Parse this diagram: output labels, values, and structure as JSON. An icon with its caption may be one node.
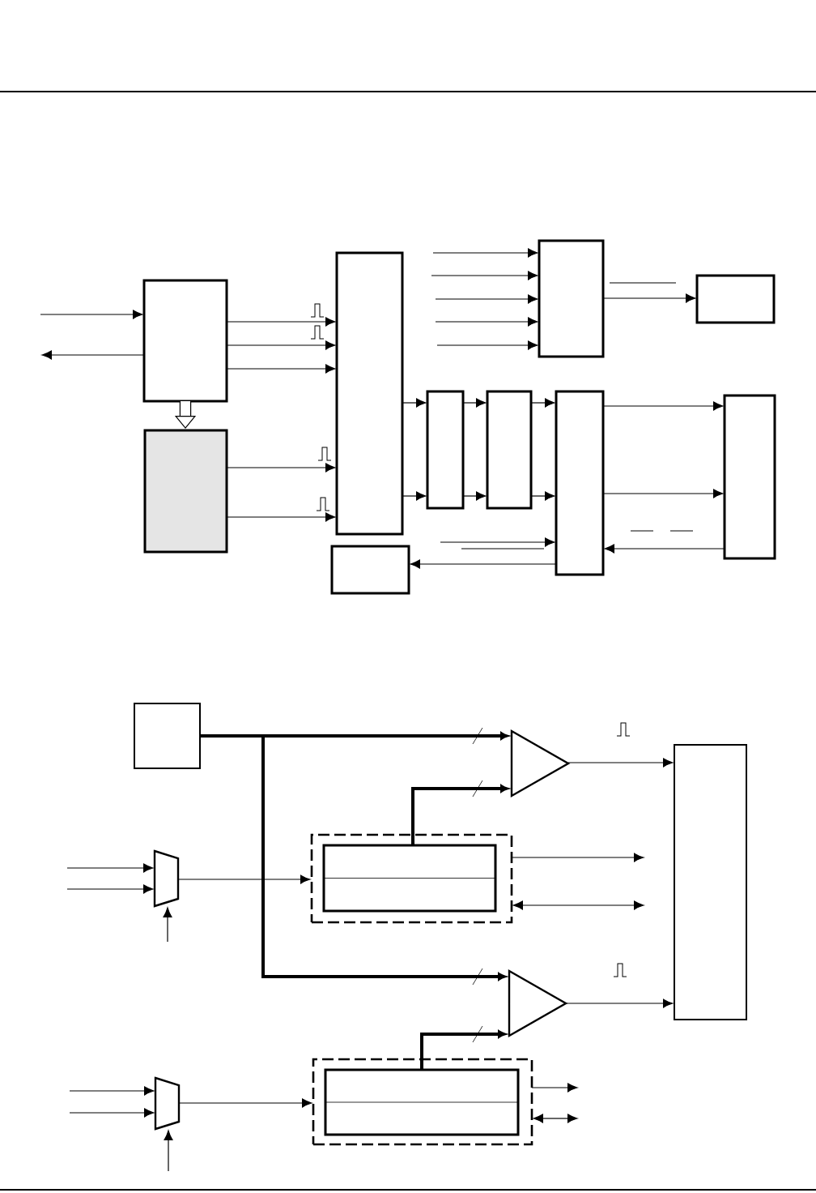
{
  "diagram": {
    "nodes": [
      {
        "text": [],
        "shape": "box"
      },
      {
        "text": [],
        "shape": "box"
      },
      {
        "text": [],
        "shape": "box"
      },
      {
        "text": [],
        "shape": "box"
      },
      {
        "text": [],
        "shape": "box"
      },
      {
        "text": [],
        "shape": "box"
      },
      {
        "text": [],
        "shape": "box"
      },
      {
        "text": [],
        "shape": "box"
      },
      {
        "text": [],
        "shape": "box"
      },
      {
        "text": [],
        "shape": "box"
      },
      {
        "text": [],
        "shape": "box"
      },
      {
        "text": [],
        "shape": "triangle"
      },
      {
        "text": [],
        "shape": "box"
      },
      {
        "text": [],
        "shape": "box",
        "in": 12
      },
      {
        "text": [],
        "shape": "trapezoid"
      },
      {
        "text": [],
        "shape": "triangle"
      },
      {
        "text": [],
        "shape": "box"
      },
      {
        "text": [],
        "shape": "box"
      },
      {
        "text": [],
        "shape": "box",
        "in": 17
      },
      {
        "text": [],
        "shape": "trapezoid"
      }
    ],
    "edges": [
      {
        "from": null,
        "to": 0,
        "arrow": "to"
      },
      {
        "from": 0,
        "to": null,
        "arrow": "to"
      },
      {
        "from": 0,
        "to": 2,
        "arrow": "to"
      },
      {
        "from": 0,
        "to": 2,
        "arrow": "to"
      },
      {
        "from": 0,
        "to": 2,
        "arrow": "to"
      },
      {
        "from": 0,
        "to": 1,
        "arrow": "to",
        "style": "thick"
      },
      {
        "from": 1,
        "to": 2,
        "arrow": "to"
      },
      {
        "from": 1,
        "to": 2,
        "arrow": "to"
      },
      {
        "from": null,
        "to": 3,
        "arrow": "to"
      },
      {
        "from": null,
        "to": 3,
        "arrow": "to"
      },
      {
        "from": null,
        "to": 3,
        "arrow": "to"
      },
      {
        "from": null,
        "to": 3,
        "arrow": "to"
      },
      {
        "from": null,
        "to": 3,
        "arrow": "to"
      },
      {
        "from": 3,
        "to": 4,
        "arrow": "to"
      },
      {
        "from": 2,
        "to": 5,
        "arrow": "to"
      },
      {
        "from": 2,
        "to": 5,
        "arrow": "to"
      },
      {
        "from": 5,
        "to": 6,
        "arrow": "to"
      },
      {
        "from": 5,
        "to": 6,
        "arrow": "to"
      },
      {
        "from": 6,
        "to": 7,
        "arrow": "to"
      },
      {
        "from": 6,
        "to": 7,
        "arrow": "to"
      },
      {
        "from": 7,
        "to": 8,
        "arrow": "to"
      },
      {
        "from": 7,
        "to": 8,
        "arrow": "to"
      },
      {
        "from": 8,
        "to": 7,
        "arrow": "to"
      },
      {
        "from": null,
        "to": 7,
        "arrow": "to"
      },
      {
        "from": 7,
        "to": 9,
        "arrow": "to"
      },
      {
        "from": 10,
        "to": 11,
        "arrow": "to",
        "style": "thick"
      },
      {
        "from": 10,
        "to": 15,
        "arrow": "to",
        "style": "thick"
      },
      {
        "from": 13,
        "to": 11,
        "arrow": "to",
        "style": "thick"
      },
      {
        "from": 11,
        "to": 16,
        "arrow": "to"
      },
      {
        "from": 18,
        "to": 15,
        "arrow": "to",
        "style": "thick"
      },
      {
        "from": 15,
        "to": 16,
        "arrow": "to"
      },
      {
        "from": null,
        "to": 14,
        "arrow": "to"
      },
      {
        "from": null,
        "to": 14,
        "arrow": "to"
      },
      {
        "from": null,
        "to": 14,
        "arrow": "to"
      },
      {
        "from": 14,
        "to": 12,
        "arrow": "to"
      },
      {
        "from": 12,
        "to": null,
        "arrow": "to"
      },
      {
        "from": 12,
        "to": null,
        "arrow": "both"
      },
      {
        "from": null,
        "to": 19,
        "arrow": "to"
      },
      {
        "from": null,
        "to": 19,
        "arrow": "to"
      },
      {
        "from": null,
        "to": 19,
        "arrow": "to"
      },
      {
        "from": 19,
        "to": 17,
        "arrow": "to"
      },
      {
        "from": 17,
        "to": null,
        "arrow": "to"
      },
      {
        "from": 17,
        "to": null,
        "arrow": "both"
      }
    ]
  }
}
